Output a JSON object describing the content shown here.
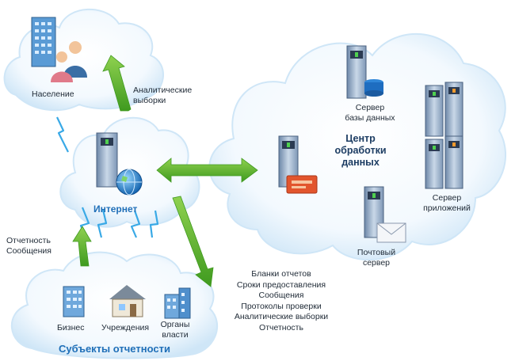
{
  "nodes": {
    "population": "Население",
    "internet": "Интернет",
    "data_center": [
      "Центр",
      "обработки",
      "данных"
    ],
    "db_server": [
      "Сервер",
      "базы данных"
    ],
    "app_server": [
      "Сервер",
      "приложений"
    ],
    "mail_server": [
      "Почтовый",
      "сервер"
    ],
    "subjects": "Субъекты отчетности",
    "business": "Бизнес",
    "institutions": "Учреждения",
    "authorities": [
      "Органы",
      "власти"
    ]
  },
  "flows": {
    "analytics": [
      "Аналитические",
      "выборки"
    ],
    "reporting": [
      "Отчетность",
      "Сообщения"
    ],
    "outgoing": [
      "Бланки отчетов",
      "Сроки предоставления",
      "Сообщения",
      "Протоколы проверки",
      "Аналитические выборки",
      "Отчетность"
    ]
  },
  "colors": {
    "cloud_edge": "#cfe6f7",
    "arrow_green": "#5cb82a",
    "lightning": "#39a9e6",
    "server_body": "#8fa6c2",
    "accent_blue": "#1f6fb8"
  }
}
